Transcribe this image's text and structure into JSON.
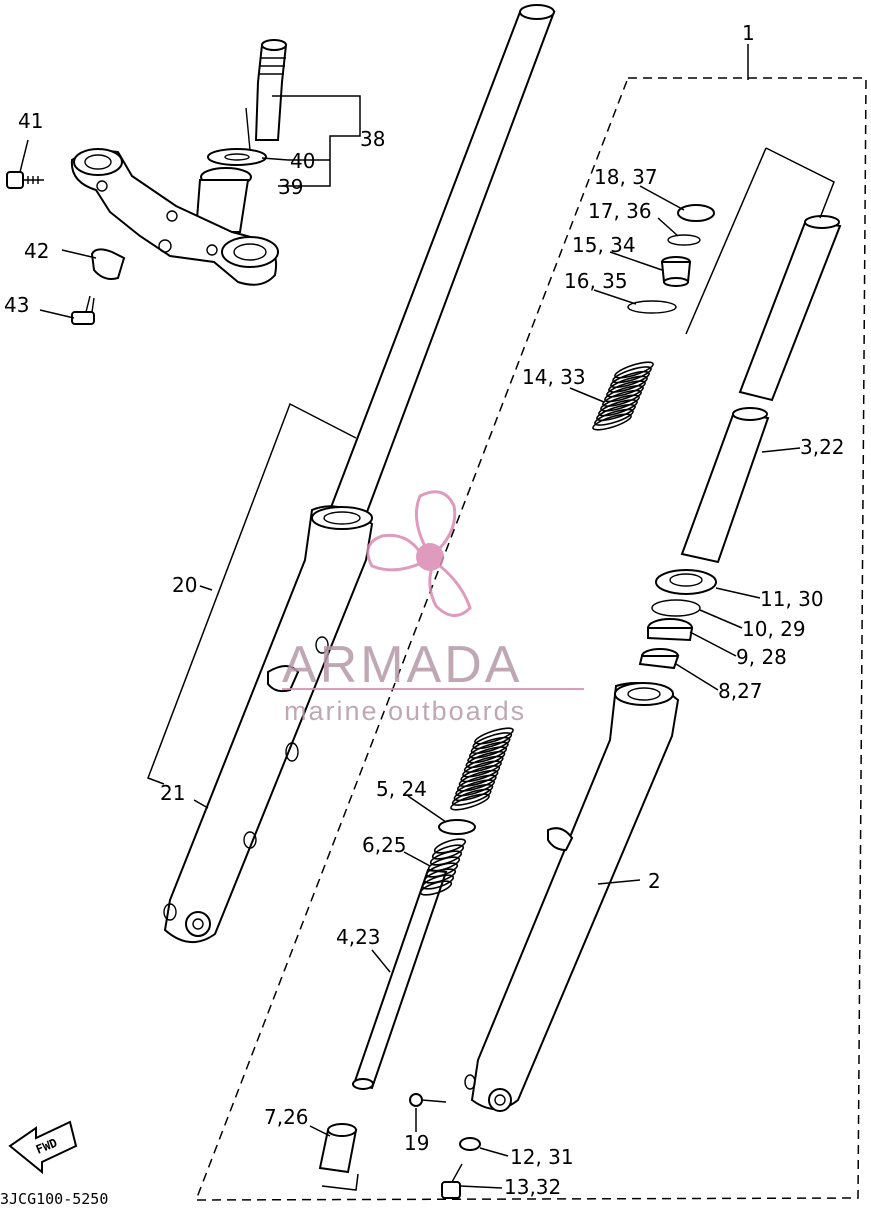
{
  "diagram": {
    "callouts": [
      {
        "id": "c41",
        "text": "41"
      },
      {
        "id": "c38",
        "text": "38"
      },
      {
        "id": "c40",
        "text": "40"
      },
      {
        "id": "c39",
        "text": "39"
      },
      {
        "id": "c42",
        "text": "42"
      },
      {
        "id": "c43",
        "text": "43"
      },
      {
        "id": "c18",
        "text": "18, 37"
      },
      {
        "id": "c17",
        "text": "17, 36"
      },
      {
        "id": "c15",
        "text": "15, 34"
      },
      {
        "id": "c16",
        "text": "16, 35"
      },
      {
        "id": "c14",
        "text": "14, 33"
      },
      {
        "id": "c3",
        "text": "3,22"
      },
      {
        "id": "c11",
        "text": "11, 30"
      },
      {
        "id": "c10",
        "text": "10, 29"
      },
      {
        "id": "c9",
        "text": "9, 28"
      },
      {
        "id": "c8",
        "text": "8,27"
      },
      {
        "id": "c20",
        "text": "20"
      },
      {
        "id": "c21",
        "text": "21"
      },
      {
        "id": "c5",
        "text": "5, 24"
      },
      {
        "id": "c6",
        "text": "6,25"
      },
      {
        "id": "c2",
        "text": "2"
      },
      {
        "id": "c4",
        "text": "4,23"
      },
      {
        "id": "c7",
        "text": "7,26"
      },
      {
        "id": "c19",
        "text": "19"
      },
      {
        "id": "c12",
        "text": "12, 31"
      },
      {
        "id": "c13",
        "text": "13,32"
      },
      {
        "id": "c1",
        "text": "1"
      }
    ],
    "fwd_label": "FWD",
    "drawing_code": "3JCG100-5250"
  },
  "watermark": {
    "brand": "ARMADA",
    "tagline": "marine outboards",
    "color": "#d98ab3"
  }
}
